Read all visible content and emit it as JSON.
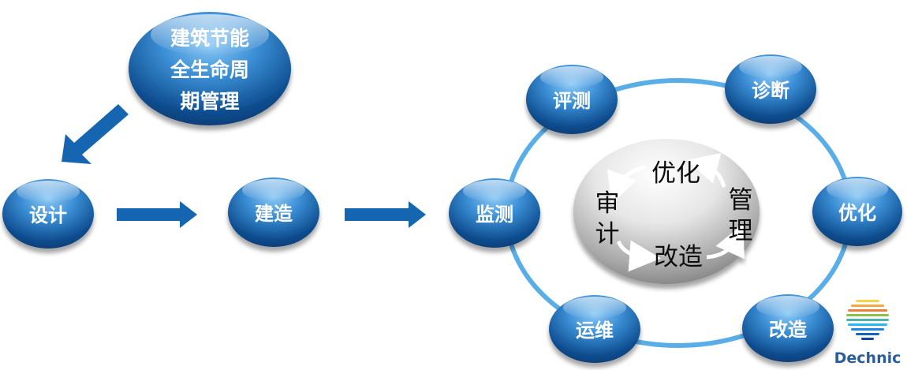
{
  "diagram": {
    "title_bubble": {
      "lines": [
        "建筑节能",
        "全生命周",
        "期管理"
      ]
    },
    "stages": {
      "design": "设计",
      "construction": "建造",
      "monitoring": "监测"
    },
    "cycle": {
      "evaluation": "评测",
      "diagnosis": "诊断",
      "optimization": "优化",
      "renovation": "改造",
      "operation": "运维"
    },
    "center": {
      "top": "优化",
      "left_1": "审",
      "left_2": "计",
      "right_1": "管",
      "right_2": "理",
      "bottom": "改造"
    }
  },
  "logo": {
    "text": "Dechnic"
  },
  "colors": {
    "node_dark": "#0d4a8a",
    "node_light": "#63a9e6",
    "ring": "#5aaee8",
    "arrow": "#1565b0",
    "center_light": "#ffffff",
    "center_dark": "#8e8e8e"
  }
}
